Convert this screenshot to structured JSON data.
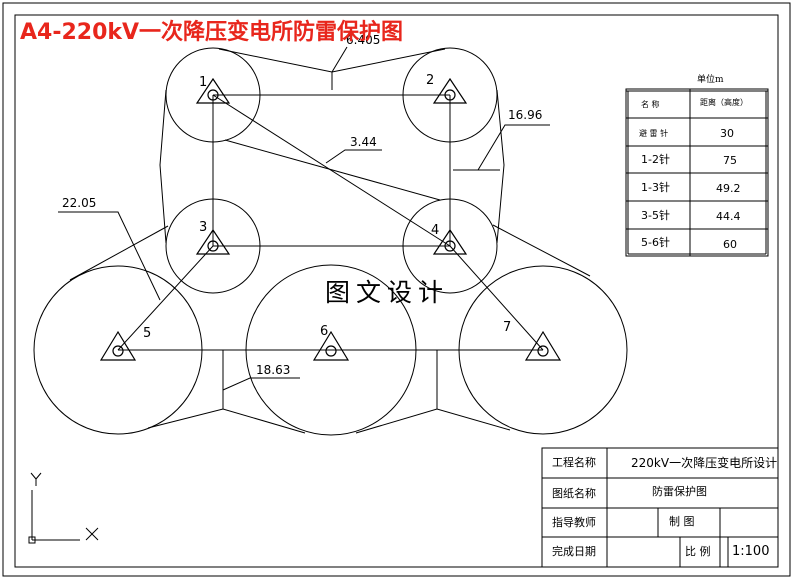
{
  "title": "A4-220kV一次降压变电所防雷保护图",
  "watermark": "图文设计",
  "colors": {
    "title": "#e8261c",
    "line": "#000000"
  },
  "rods": [
    {
      "label": "1"
    },
    {
      "label": "2"
    },
    {
      "label": "3"
    },
    {
      "label": "4"
    },
    {
      "label": "5"
    },
    {
      "label": "6"
    },
    {
      "label": "7"
    }
  ],
  "dimensions": {
    "d12": "6.405",
    "d14": "3.44",
    "d24": "16.96",
    "d35": "22.05",
    "d56": "18.63"
  },
  "unit_label": "单位m",
  "distance_table": {
    "headers": [
      "名 称",
      "距离（高度）"
    ],
    "rows": [
      [
        "避 雷 针",
        "30"
      ],
      [
        "1-2针",
        "75"
      ],
      [
        "1-3针",
        "49.2"
      ],
      [
        "3-5针",
        "44.4"
      ],
      [
        "5-6针",
        "60"
      ]
    ]
  },
  "title_block": {
    "project_label": "工程名称",
    "project_value": "220kV一次降压变电所设计",
    "drawing_label": "图纸名称",
    "drawing_value": "防雷保护图",
    "advisor_label": "指导教师",
    "drawn_by_label": "制 图",
    "date_label": "完成日期",
    "scale_label": "比 例",
    "scale_value": "1:100"
  },
  "ucs": {
    "x_label": "X",
    "y_label": "Y"
  }
}
